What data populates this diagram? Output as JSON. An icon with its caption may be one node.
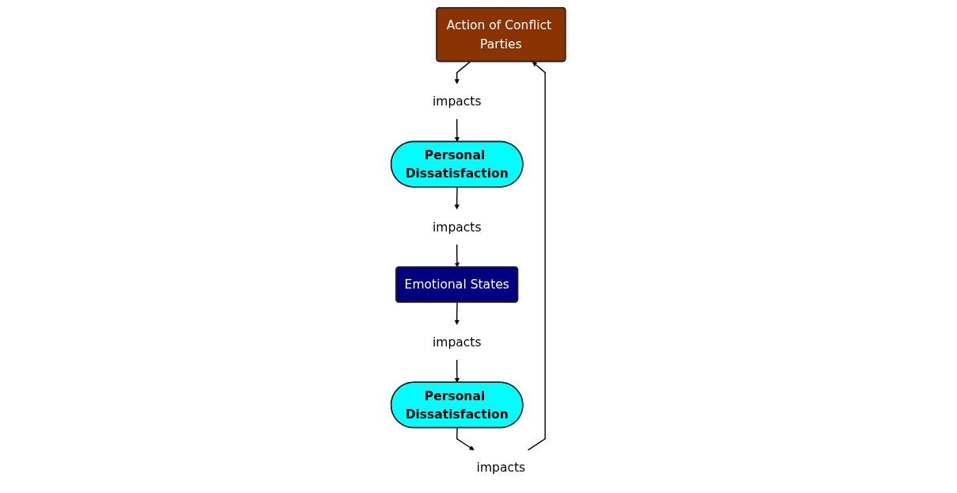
{
  "diagram": {
    "nodes": [
      {
        "text": [
          "Action of Conflict Parties"
        ]
      },
      {
        "text": [
          "impacts"
        ]
      },
      {
        "text": [
          "Personal Dissatisfaction"
        ]
      },
      {
        "text": [
          "impacts"
        ]
      },
      {
        "text": [
          "Emotional States"
        ]
      },
      {
        "text": [
          "impacts"
        ]
      },
      {
        "text": [
          "Personal Dissatisfaction"
        ]
      },
      {
        "text": [
          "impacts"
        ]
      }
    ],
    "edges": [
      {
        "from": 0,
        "to": 1,
        "arrow": "to"
      },
      {
        "from": 1,
        "to": 2,
        "arrow": "to"
      },
      {
        "from": 2,
        "to": 3,
        "arrow": "to"
      },
      {
        "from": 3,
        "to": 4,
        "arrow": "to"
      },
      {
        "from": 4,
        "to": 5,
        "arrow": "to"
      },
      {
        "from": 5,
        "to": 6,
        "arrow": "to"
      },
      {
        "from": 6,
        "to": 7,
        "arrow": "to"
      },
      {
        "from": 7,
        "to": 0,
        "arrow": "to"
      }
    ]
  }
}
